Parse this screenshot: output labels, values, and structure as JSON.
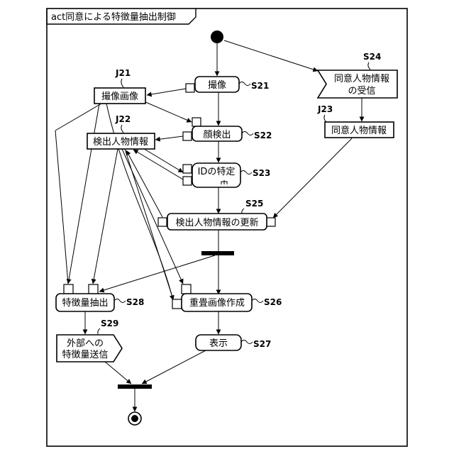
{
  "frame": {
    "title": "act同意による特徴量抽出制御"
  },
  "actions": {
    "s21": {
      "label": "撮像",
      "ref": "S21"
    },
    "s22": {
      "label": "顔検出",
      "ref": "S22"
    },
    "s23": {
      "label": "IDの特定",
      "ref": "S23"
    },
    "s24": {
      "label_line1": "同意人物情報",
      "label_line2": "の受信",
      "ref": "S24"
    },
    "s25": {
      "label": "検出人物情報の更新",
      "ref": "S25"
    },
    "s26": {
      "label": "重畳画像作成",
      "ref": "S26"
    },
    "s27": {
      "label": "表示",
      "ref": "S27"
    },
    "s28": {
      "label": "特徴量抽出",
      "ref": "S28"
    },
    "s29": {
      "label_line1": "外部への",
      "label_line2": "特徴量送信",
      "ref": "S29"
    }
  },
  "objects": {
    "j21": {
      "label": "撮像画像",
      "ref": "J21"
    },
    "j22": {
      "label": "検出人物情報",
      "ref": "J22"
    },
    "j23": {
      "label": "同意人物情報",
      "ref": "J23"
    }
  }
}
